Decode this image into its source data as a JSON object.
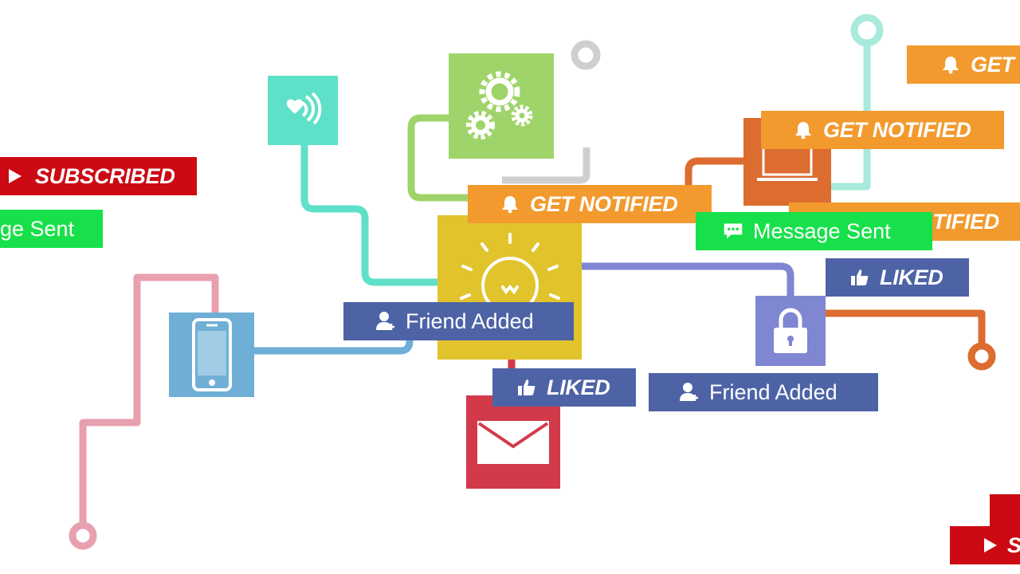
{
  "badges": {
    "subscribed_left": "SUBSCRIBED",
    "message_left": "ge Sent",
    "notified_top_right": "GET N",
    "notified_right": "GET NOTIFIED",
    "notified_right_lower": "TIFIED",
    "notified_center": "GET NOTIFIED",
    "message_right": "Message Sent",
    "liked_right": "LIKED",
    "friend_center": "Friend Added",
    "liked_center": "LIKED",
    "friend_right": "Friend Added",
    "subscribed_bottom_right": "S"
  },
  "colors": {
    "orange": "#f29a2e",
    "red": "#cc0a14",
    "green": "#18e04a",
    "blue": "#4d63a6",
    "teal": "#5fe0c8",
    "lime": "#9fd46a",
    "yellow": "#e1c32c",
    "sky": "#6fafd6",
    "lavender": "#7f86d2",
    "crimson": "#d23a4a",
    "rust": "#dc6c30",
    "pink": "#e8a0ae",
    "gray": "#cfcfcf"
  },
  "icons": [
    "wifi-icon",
    "gears-icon",
    "lightbulb-icon",
    "smartphone-icon",
    "lock-icon",
    "envelope-icon",
    "laptop-icon",
    "bell-icon",
    "play-icon",
    "chat-icon",
    "thumbs-up-icon",
    "add-user-icon"
  ]
}
